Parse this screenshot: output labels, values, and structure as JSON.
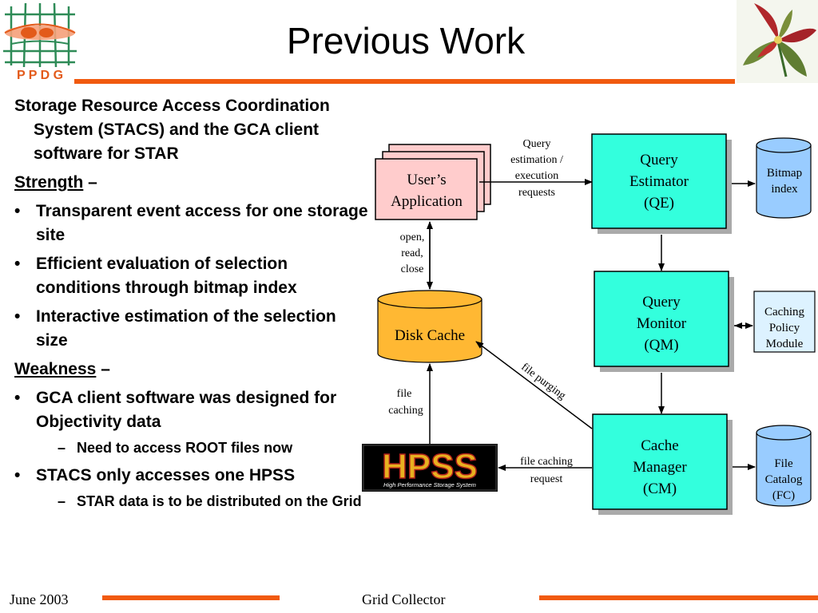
{
  "title": "Previous Work",
  "logo": {
    "text": "P P D G",
    "icon": "ppdg-globe-logo"
  },
  "flower_icon": "red-trillium-flower",
  "left_text": {
    "heading": "Storage Resource Access Coordination System (STACS) and the GCA client software for STAR",
    "strength": {
      "label": "Strength",
      "suffix": " –",
      "items": [
        "Transparent event access for one storage site",
        "Efficient evaluation of selection conditions through bitmap index",
        "Interactive estimation of the selection size"
      ]
    },
    "weakness": {
      "label": "Weakness",
      "suffix": " –",
      "item1": "GCA client software was designed for Objectivity data",
      "item1_sub": "Need to access ROOT files now",
      "item2": "STACS only accesses one HPSS",
      "item2_sub": "STAR data is to be distributed on the Grid"
    }
  },
  "diagram": {
    "users_app": [
      "User’s",
      "Application"
    ],
    "query_estimator": [
      "Query",
      "Estimator",
      "(QE)"
    ],
    "query_monitor": [
      "Query",
      "Monitor",
      "(QM)"
    ],
    "cache_manager": [
      "Cache",
      "Manager",
      "(CM)"
    ],
    "bitmap_index": [
      "Bitmap",
      "index"
    ],
    "caching_policy": [
      "Caching",
      "Policy",
      "Module"
    ],
    "file_catalog": [
      "File",
      "Catalog",
      "(FC)"
    ],
    "disk_cache": "Disk Cache",
    "hpss": {
      "logo_text": "HPSS",
      "subtitle": "High Performance Storage System"
    },
    "labels": {
      "query_requests": [
        "Query",
        "estimation /",
        "execution",
        "requests"
      ],
      "open_read_close": [
        "open,",
        "read,",
        "close"
      ],
      "file_purging": "file purging",
      "file_caching": [
        "file",
        "caching"
      ],
      "file_caching_request": [
        "file caching",
        "request"
      ]
    },
    "colors": {
      "box_cyan": "#33ffdd",
      "app_pink": "#ffcccc",
      "cylinder_blue": "#99ccff",
      "disk_orange": "#ffb833",
      "accent_orange": "#f15a0f"
    }
  },
  "footer": {
    "date": "June 2003",
    "center": "Grid Collector"
  }
}
